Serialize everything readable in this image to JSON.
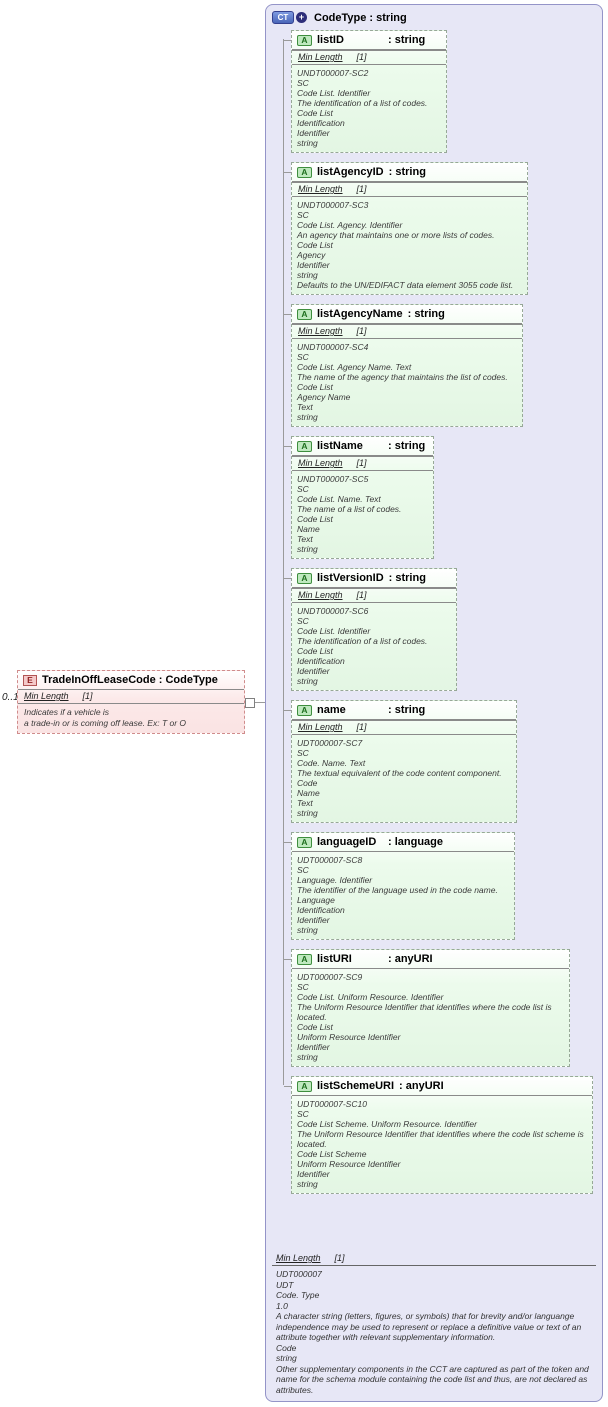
{
  "colors": {
    "element_fill": "#FCE9E9",
    "attribute_fill": "#E3F6E3",
    "container_fill": "#E7E7F6"
  },
  "cardinality": "0..1",
  "element": {
    "icon": "E",
    "title": "TradeInOffLeaseCode : CodeType",
    "facet": {
      "name": "Min Length",
      "value": "[1]"
    },
    "annotation_lines": [
      "Indicates if a vehicle is",
      "a trade-in or is coming off lease. Ex: T or O"
    ]
  },
  "container": {
    "icon": "CT",
    "plus": "+",
    "title": "CodeType : string",
    "attribute_icon": "A",
    "attributes": [
      {
        "name": "listID",
        "type": "string",
        "facet": {
          "name": "Min Length",
          "value": "[1]"
        },
        "lines": [
          "UNDT000007-SC2",
          "SC",
          "Code List. Identifier",
          "The identification of a list of codes.",
          "Code List",
          "Identification",
          "Identifier",
          "string"
        ]
      },
      {
        "name": "listAgencyID",
        "type": "string",
        "facet": {
          "name": "Min Length",
          "value": "[1]"
        },
        "lines": [
          "UNDT000007-SC3",
          "SC",
          "Code List. Agency. Identifier",
          "An agency that maintains one or more lists of codes.",
          "Code List",
          "Agency",
          "Identifier",
          "string",
          "Defaults to the UN/EDIFACT data element 3055 code list."
        ]
      },
      {
        "name": "listAgencyName",
        "type": "string",
        "facet": {
          "name": "Min Length",
          "value": "[1]"
        },
        "lines": [
          "UNDT000007-SC4",
          "SC",
          "Code List. Agency Name. Text",
          "The name of the agency that maintains the list of codes.",
          "Code List",
          "Agency Name",
          "Text",
          "string"
        ]
      },
      {
        "name": "listName",
        "type": "string",
        "facet": {
          "name": "Min Length",
          "value": "[1]"
        },
        "lines": [
          "UNDT000007-SC5",
          "SC",
          "Code List. Name. Text",
          "The name of a list of codes.",
          "Code List",
          "Name",
          "Text",
          "string"
        ]
      },
      {
        "name": "listVersionID",
        "type": "string",
        "facet": {
          "name": "Min Length",
          "value": "[1]"
        },
        "lines": [
          "UNDT000007-SC6",
          "SC",
          "Code List. Identifier",
          "The identification of a list of codes.",
          "Code List",
          "Identification",
          "Identifier",
          "string"
        ]
      },
      {
        "name": "name",
        "type": "string",
        "facet": {
          "name": "Min Length",
          "value": "[1]"
        },
        "lines": [
          "UDT000007-SC7",
          "SC",
          "Code. Name. Text",
          "The textual equivalent of the code content component.",
          "Code",
          "Name",
          "Text",
          "string"
        ]
      },
      {
        "name": "languageID",
        "type": "language",
        "facet": null,
        "lines": [
          "UDT000007-SC8",
          "SC",
          "Language. Identifier",
          "The identifier of the language used in the code name.",
          "Language",
          "Identification",
          "Identifier",
          "string"
        ]
      },
      {
        "name": "listURI",
        "type": "anyURI",
        "facet": null,
        "lines": [
          "UDT000007-SC9",
          "SC",
          "Code List. Uniform Resource. Identifier",
          "The Uniform Resource Identifier that identifies where the code list is located.",
          "Code List",
          "Uniform Resource Identifier",
          "Identifier",
          "string"
        ]
      },
      {
        "name": "listSchemeURI",
        "type": "anyURI",
        "facet": null,
        "lines": [
          "UDT000007-SC10",
          "SC",
          "Code List Scheme. Uniform Resource. Identifier",
          "The Uniform Resource Identifier that identifies where the code list scheme is located.",
          "Code List Scheme",
          "Uniform Resource Identifier",
          "Identifier",
          "string"
        ]
      }
    ],
    "footer": {
      "facet": {
        "name": "Min Length",
        "value": "[1]"
      },
      "lines": [
        "UDT000007",
        "UDT",
        "Code. Type",
        "1.0",
        "A character string (letters, figures, or symbols) that for brevity and/or languange independence may be used to represent or replace a definitive value or text of an attribute together with relevant supplementary information.",
        "Code",
        "string",
        "Other supplementary components in the CCT are captured as part of the token and name for the schema module containing the code list and thus, are not declared as attributes."
      ]
    }
  }
}
